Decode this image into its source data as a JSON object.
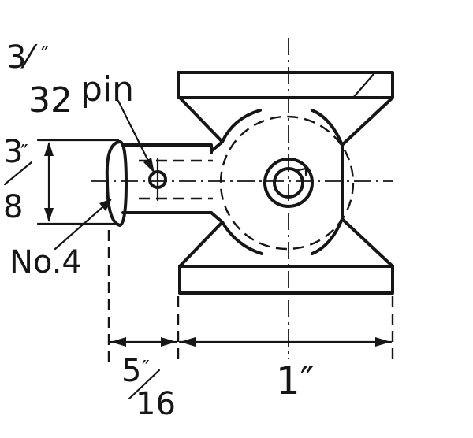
{
  "labels": {
    "pin_size_top": "3⁄",
    "pin_size_prime": "″",
    "pin_size_bottom": "32",
    "pin_word": "pin",
    "height_top": "3",
    "height_prime": "″",
    "height_bottom": "8",
    "screw": "No.4",
    "offset_top": "5",
    "offset_prime": "″",
    "offset_bottom": "16",
    "width": "1″"
  }
}
